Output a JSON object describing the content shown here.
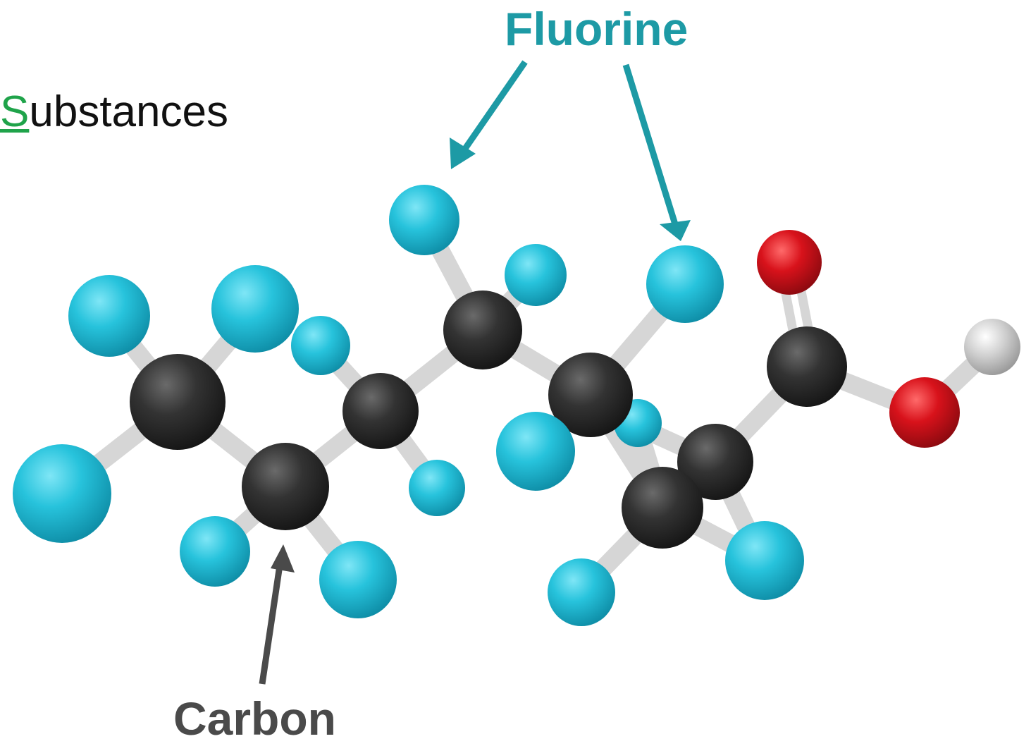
{
  "labels": {
    "fluorine": "Fluorine",
    "carbon": "Carbon",
    "partial_word_first_letter": "S",
    "partial_word_rest": "ubstances"
  },
  "colors": {
    "fluorine_label": "#1d9aa5",
    "carbon_label": "#4a4a4a",
    "partial_first_letter": "#1fa34a",
    "fluorine_atom": "#27c3dc",
    "carbon_atom": "#333333",
    "oxygen_atom": "#d8121b",
    "hydrogen_atom": "#c8c8c8",
    "bond": "#d6d6d6"
  },
  "icons": {
    "fluorine_arrow": "arrow-icon",
    "carbon_arrow": "arrow-icon",
    "molecule": "molecule-model-icon"
  }
}
